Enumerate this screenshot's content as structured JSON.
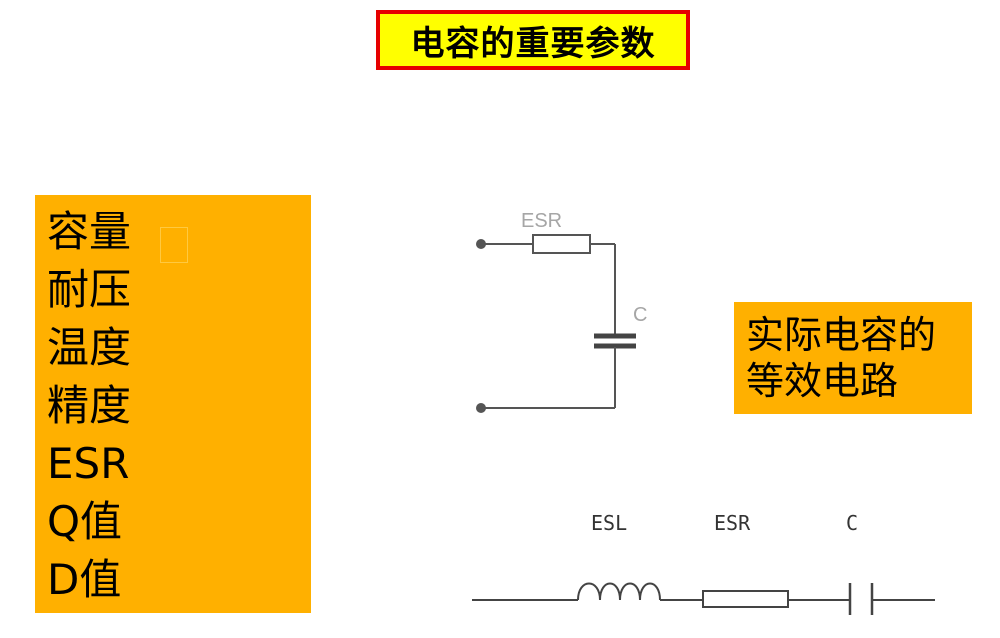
{
  "slide": {
    "title": "电容的重要参数",
    "parameters": [
      "容量",
      "耐压",
      "温度",
      "精度",
      "ESR",
      "Q值",
      "D值"
    ],
    "equivalent_label": {
      "line1": "实际电容的",
      "line2": "等效电路"
    }
  },
  "circuit_top": {
    "esr_label": "ESR",
    "cap_label": "C"
  },
  "circuit_bottom": {
    "esl_label": "ESL",
    "esr_label": "ESR",
    "cap_label": "C"
  },
  "colors": {
    "title_bg": "#ffff00",
    "title_border": "#e60000",
    "panel_bg": "#ffb000",
    "wire": "#555555"
  }
}
